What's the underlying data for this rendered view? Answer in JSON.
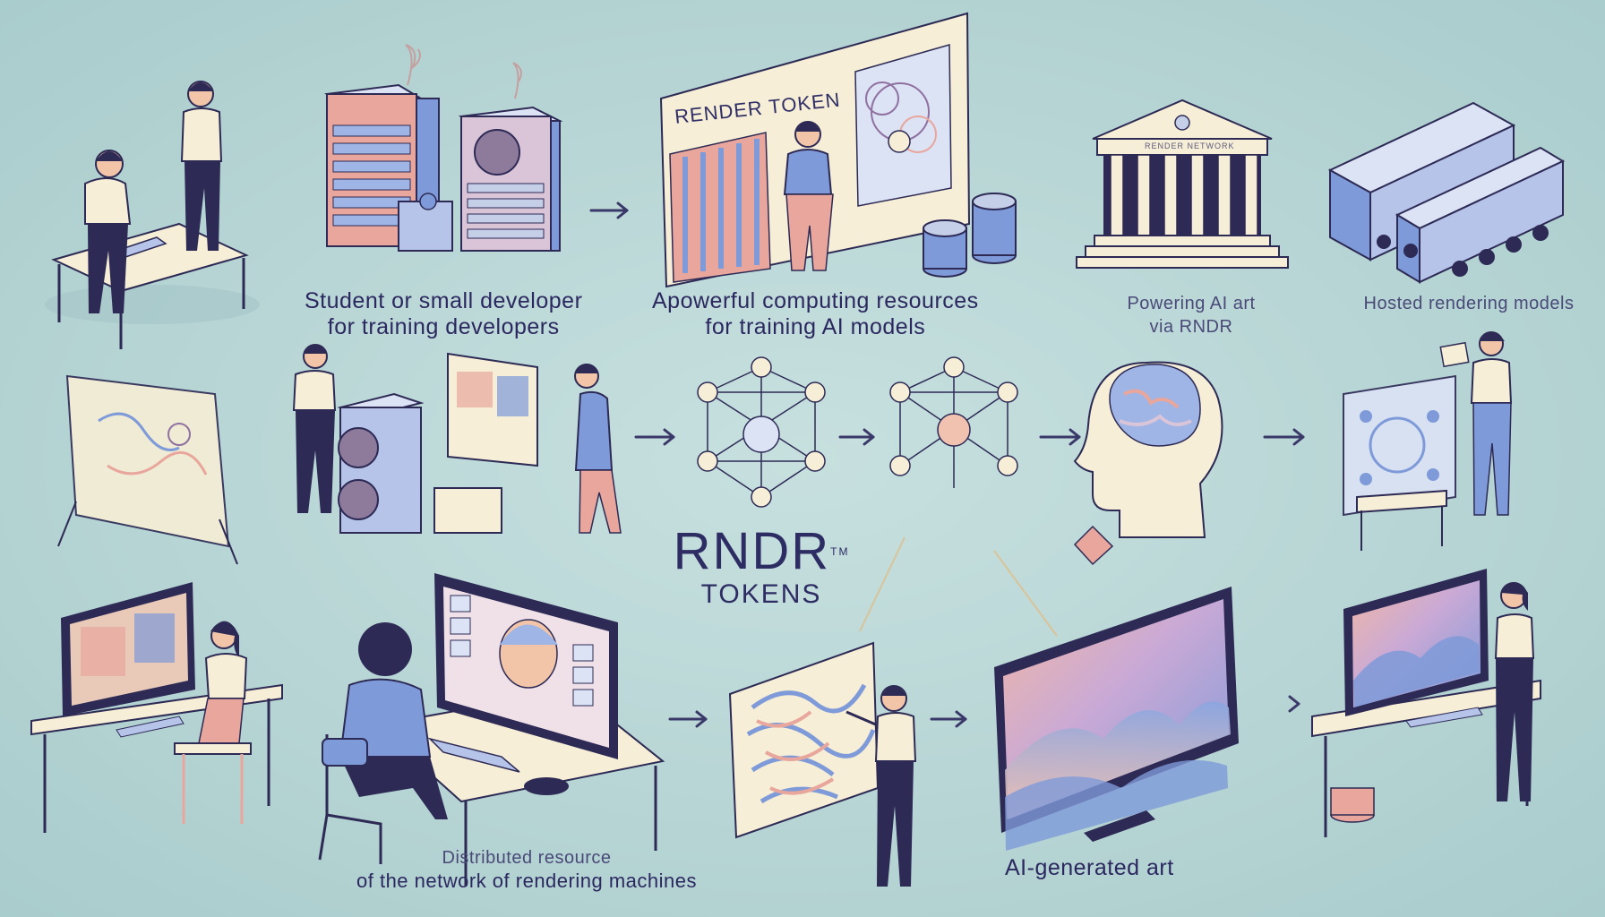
{
  "board_title": "RENDER TOKEN",
  "bank_sign": "RENDER NETWORK",
  "center": {
    "title": "RNDR",
    "trademark": "TM",
    "subtitle": "TOKENS"
  },
  "captions": {
    "student": [
      "Student or small developer",
      "for training developers"
    ],
    "computing": [
      "Apowerful computing resources",
      "for training AI models"
    ],
    "powering": [
      "Powering AI art",
      "via RNDR"
    ],
    "models": "Hosted rendering models",
    "distributed": [
      "Distributed resource",
      "of the network of rendering machines"
    ],
    "ai_art": "AI-generated art"
  },
  "colors": {
    "background": "#b9d6d6",
    "ink": "#2d2a55",
    "accent_blue": "#7e9ad8",
    "accent_pink": "#e8a69c",
    "paper": "#f6eed6"
  }
}
